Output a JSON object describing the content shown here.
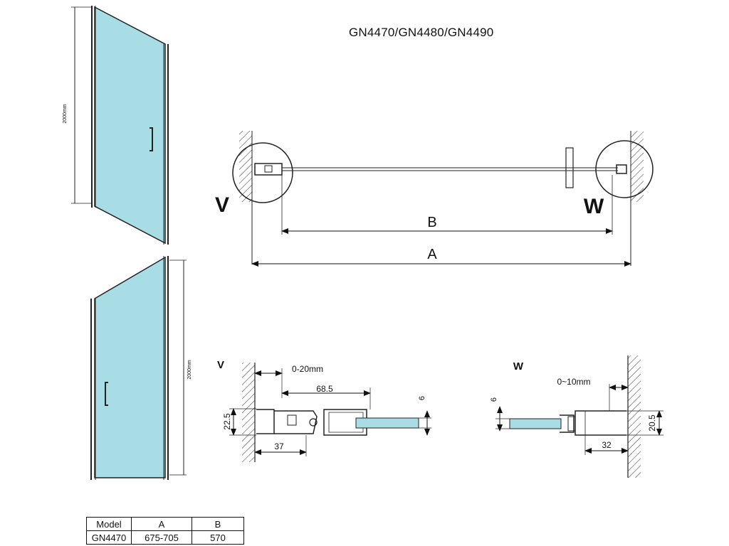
{
  "title": "GN4470/GN4480/GN4490",
  "door_height_label_top": "2000mm",
  "door_height_label_bottom": "2000mm",
  "plan": {
    "label_v": "V",
    "label_w": "W",
    "dim_b": "B",
    "dim_a": "A"
  },
  "detail_v": {
    "label": "V",
    "adjust": "0-20mm",
    "width": "68.5",
    "height": "22.5",
    "depth": "37",
    "glass": "6"
  },
  "detail_w": {
    "label": "W",
    "adjust": "0~10mm",
    "height": "20.5",
    "depth": "32",
    "glass": "6"
  },
  "table": {
    "headers": [
      "Model",
      "A",
      "B"
    ],
    "rows": [
      [
        "GN4470",
        "675-705",
        "570"
      ]
    ]
  },
  "colors": {
    "glass": "#a8dde6",
    "line": "#222222"
  }
}
